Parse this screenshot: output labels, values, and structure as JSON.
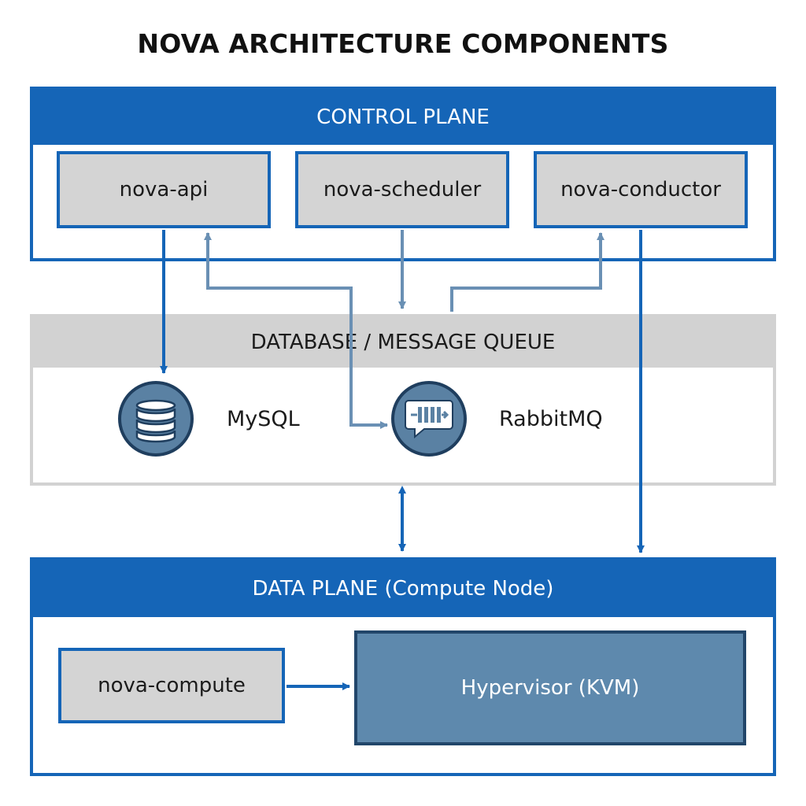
{
  "title": "NOVA ARCHITECTURE COMPONENTS",
  "control_plane": {
    "label": "CONTROL PLANE",
    "components": [
      "nova-api",
      "nova-scheduler",
      "nova-conductor"
    ]
  },
  "database_queue": {
    "label": "DATABASE / MESSAGE QUEUE",
    "mysql": {
      "label": "MySQL",
      "icon": "database-icon"
    },
    "rabbitmq": {
      "label": "RabbitMQ",
      "icon": "message-queue-icon"
    }
  },
  "data_plane": {
    "label": "DATA PLANE (Compute Node)",
    "compute": "nova-compute",
    "hypervisor": "Hypervisor (KVM)"
  },
  "colors": {
    "primary_blue": "#1565b7",
    "muted_blue": "#6a90b4",
    "db_gray": "#d2d2d2",
    "hypervisor": "#5e89ad"
  }
}
